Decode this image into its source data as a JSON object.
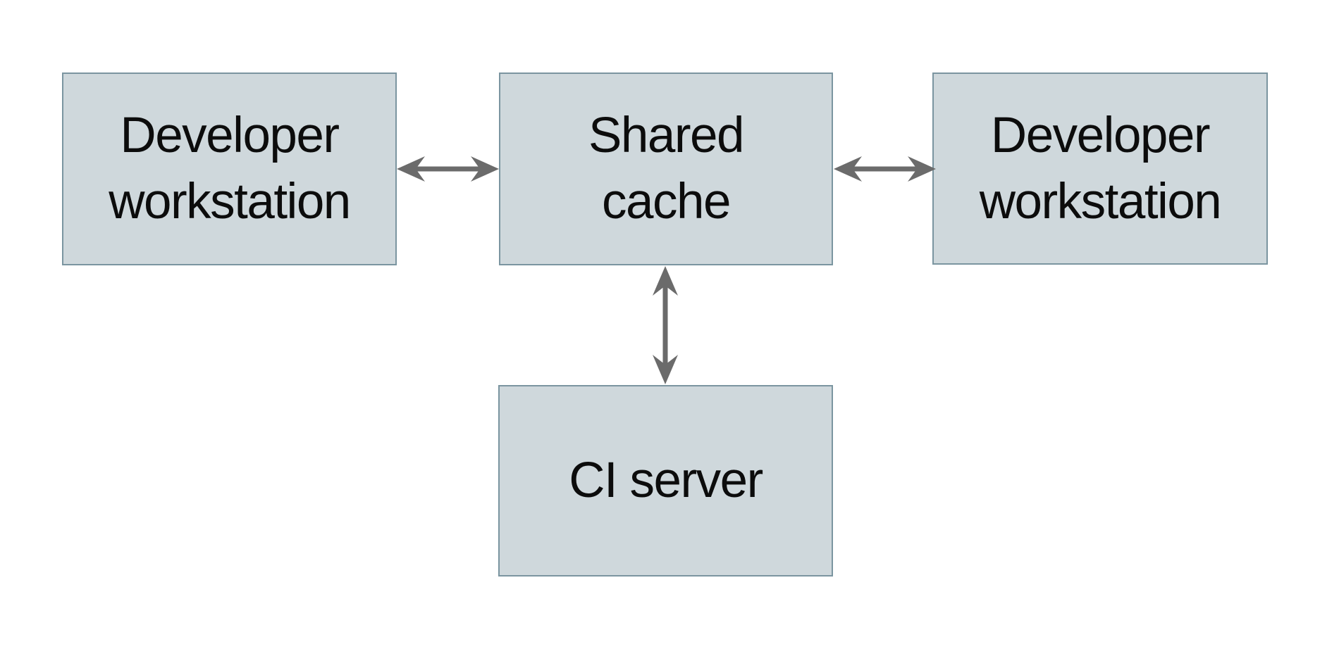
{
  "colors": {
    "background": "#ffffff",
    "node_fill": "#cfd8dc",
    "node_border": "#7b95a0",
    "arrow": "#6b6b6b",
    "text": "#0c0c0c"
  },
  "nodes": {
    "dev_left": {
      "line1": "Developer",
      "line2": "workstation"
    },
    "shared_cache": {
      "line1": "Shared",
      "line2": "cache"
    },
    "dev_right": {
      "line1": "Developer",
      "line2": "workstation"
    },
    "ci_server": {
      "line1": "CI server"
    }
  },
  "edges": [
    {
      "from": "developer-workstation-left",
      "to": "shared-cache",
      "direction": "bidirectional"
    },
    {
      "from": "developer-workstation-right",
      "to": "shared-cache",
      "direction": "bidirectional"
    },
    {
      "from": "ci-server",
      "to": "shared-cache",
      "direction": "bidirectional"
    }
  ]
}
